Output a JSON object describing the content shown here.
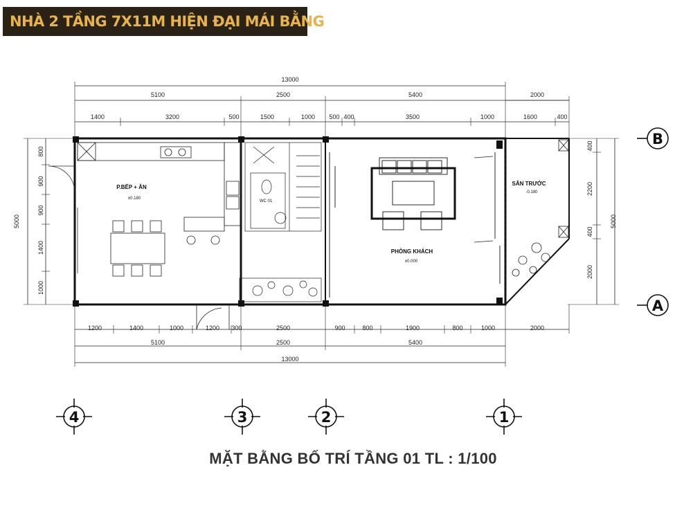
{
  "title": "NHÀ 2 TẦNG 7X11M HIỆN ĐẠI MÁI BẰNG",
  "caption": "MẶT BẰNG BỐ TRÍ TẦNG 01  TL : 1/100",
  "rooms": {
    "kitchen": "P.BẾP + ĂN",
    "kitchen_level": "±0.180",
    "wc": "WC 01",
    "living": "PHÒNG KHÁCH",
    "living_level": "±0.000",
    "front_yard": "SÂN TRƯỚC",
    "front_yard_level": "-0.180"
  },
  "dims": {
    "top_total": "13000",
    "top_mid": [
      "5100",
      "2500",
      "5400",
      "2000"
    ],
    "top_detail": [
      "1400",
      "3200",
      "500",
      "1500",
      "1000",
      "500",
      "400",
      "3500",
      "1000",
      "1600",
      "400"
    ],
    "bottom_detail": [
      "1200",
      "1400",
      "1000",
      "1200",
      "300",
      "2500",
      "900",
      "800",
      "1900",
      "800",
      "1000",
      "2000"
    ],
    "bottom_mid": [
      "5100",
      "2500",
      "5400"
    ],
    "bottom_total": "13000",
    "left_total": "5000",
    "left_detail": [
      "800",
      "900",
      "900",
      "1400",
      "1000"
    ],
    "right_total": "5000",
    "right_detail": [
      "400",
      "2200",
      "400",
      "2000"
    ]
  },
  "axes": {
    "rows": [
      "B",
      "A"
    ],
    "cols": [
      "4",
      "3",
      "2",
      "1"
    ]
  }
}
